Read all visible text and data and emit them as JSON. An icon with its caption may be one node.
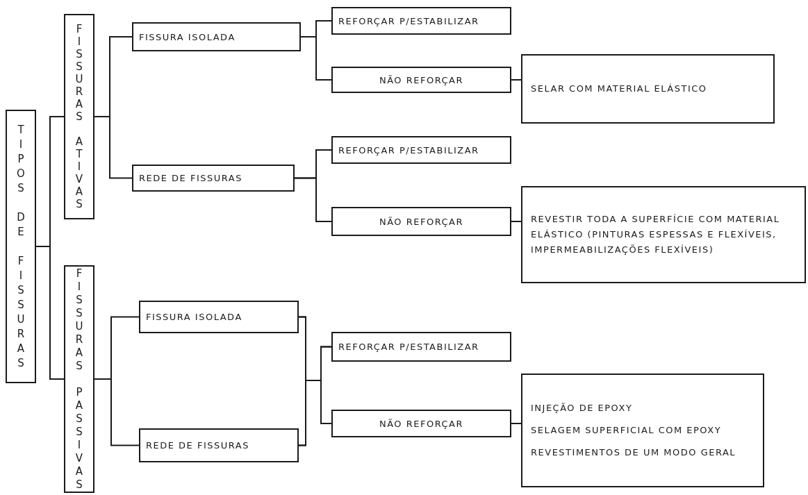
{
  "diagram": {
    "nodes": [
      {
        "text": [
          "TIPOS DE FISSURAS"
        ]
      },
      {
        "text": [
          "FISSURAS ATIVAS"
        ]
      },
      {
        "text": [
          "FISSURA ISOLADA"
        ]
      },
      {
        "text": [
          "REFORÇAR P/ESTABILIZAR"
        ]
      },
      {
        "text": [
          "NÃO REFORÇAR"
        ]
      },
      {
        "text": [
          "SELAR COM MATERIAL ELÁSTICO"
        ]
      },
      {
        "text": [
          "REDE DE FISSURAS"
        ]
      },
      {
        "text": [
          "REFORÇAR P/ESTABILIZAR"
        ]
      },
      {
        "text": [
          "NÃO REFORÇAR"
        ]
      },
      {
        "text": [
          "REVESTIR TODA A SUPERFÍCIE COM MATERIAL ELÁSTICO (PINTURAS ESPESSAS E FLEXÍVEIS, IMPERMEABILIZAÇÕES FLEXÍVEIS)"
        ]
      },
      {
        "text": [
          "FISSURAS PASSIVAS"
        ]
      },
      {
        "text": [
          "FISSURA ISOLADA"
        ]
      },
      {
        "text": [
          "REDE DE FISSURAS"
        ]
      },
      {
        "text": [
          "REFORÇAR P/ESTABILIZAR"
        ]
      },
      {
        "text": [
          "NÃO REFORÇAR"
        ]
      },
      {
        "text": [
          "INJEÇÃO DE EPOXY",
          "SELAGEM SUPERFICIAL COM EPOXY",
          "REVESTIMENTOS DE UM MODO GERAL"
        ]
      }
    ],
    "edges": [
      {
        "from": 0,
        "to": 1,
        "arrow": "none"
      },
      {
        "from": 0,
        "to": 10,
        "arrow": "none"
      },
      {
        "from": 1,
        "to": 2,
        "arrow": "none"
      },
      {
        "from": 1,
        "to": 6,
        "arrow": "none"
      },
      {
        "from": 2,
        "to": 3,
        "arrow": "none"
      },
      {
        "from": 2,
        "to": 4,
        "arrow": "none"
      },
      {
        "from": 4,
        "to": 5,
        "arrow": "none"
      },
      {
        "from": 6,
        "to": 7,
        "arrow": "none"
      },
      {
        "from": 6,
        "to": 8,
        "arrow": "none"
      },
      {
        "from": 8,
        "to": 9,
        "arrow": "none"
      },
      {
        "from": 10,
        "to": 11,
        "arrow": "none"
      },
      {
        "from": 10,
        "to": 12,
        "arrow": "none"
      },
      {
        "from": 11,
        "to": 13,
        "arrow": "none"
      },
      {
        "from": 11,
        "to": 14,
        "arrow": "none"
      },
      {
        "from": 12,
        "to": 13,
        "arrow": "none"
      },
      {
        "from": 12,
        "to": 14,
        "arrow": "none"
      },
      {
        "from": 14,
        "to": 15,
        "arrow": "none"
      }
    ]
  }
}
